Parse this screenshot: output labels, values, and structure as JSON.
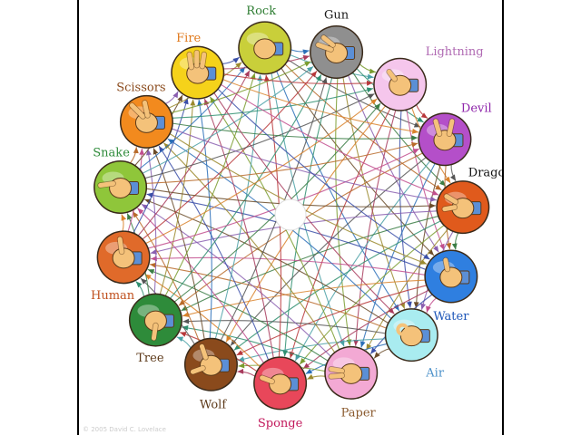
{
  "diagram": {
    "nodes": [
      {
        "id": "rock",
        "label": "Rock",
        "color": "#c9cf3a",
        "label_color": "#2e7d32",
        "hand": "fist"
      },
      {
        "id": "gun",
        "label": "Gun",
        "color": "#8f8f8f",
        "label_color": "#1a1a1a",
        "hand": "point"
      },
      {
        "id": "lightning",
        "label": "Lightning",
        "color": "#f5c6ec",
        "label_color": "#b06ab3",
        "hand": "hook"
      },
      {
        "id": "devil",
        "label": "Devil",
        "color": "#b44fc9",
        "label_color": "#8e24aa",
        "hand": "horns"
      },
      {
        "id": "dragon",
        "label": "Dragon",
        "color": "#e05a1c",
        "label_color": "#111111",
        "hand": "claw"
      },
      {
        "id": "water",
        "label": "Water",
        "color": "#2f7fe0",
        "label_color": "#1c55b8",
        "hand": "cup"
      },
      {
        "id": "air",
        "label": "Air",
        "color": "#a9ecf0",
        "label_color": "#4a90c9",
        "hand": "ring"
      },
      {
        "id": "paper",
        "label": "Paper",
        "color": "#f3a9d4",
        "label_color": "#8a5a2e",
        "hand": "flat"
      },
      {
        "id": "sponge",
        "label": "Sponge",
        "color": "#e8475a",
        "label_color": "#c2185b",
        "hand": "squeeze"
      },
      {
        "id": "wolf",
        "label": "Wolf",
        "color": "#8a4a1c",
        "label_color": "#5d3a1a",
        "hand": "wolf"
      },
      {
        "id": "tree",
        "label": "Tree",
        "color": "#2e8b3a",
        "label_color": "#5d3a1a",
        "hand": "tree"
      },
      {
        "id": "human",
        "label": "Human",
        "color": "#e06a2a",
        "label_color": "#c0501e",
        "hand": "thumb"
      },
      {
        "id": "snake",
        "label": "Snake",
        "color": "#8fc63a",
        "label_color": "#2e8b3a",
        "hand": "snake"
      },
      {
        "id": "scissors",
        "label": "Scissors",
        "color": "#f28a1e",
        "label_color": "#8a4a1c",
        "hand": "vee"
      },
      {
        "id": "fire",
        "label": "Fire",
        "color": "#f5d21a",
        "label_color": "#e07a1e",
        "hand": "three"
      }
    ],
    "skin_color": "#f4c27a",
    "sleeve_color": "#5b8fd6",
    "center_color": "#ffffff",
    "copyright": "© 2005 David C. Lovelace"
  }
}
